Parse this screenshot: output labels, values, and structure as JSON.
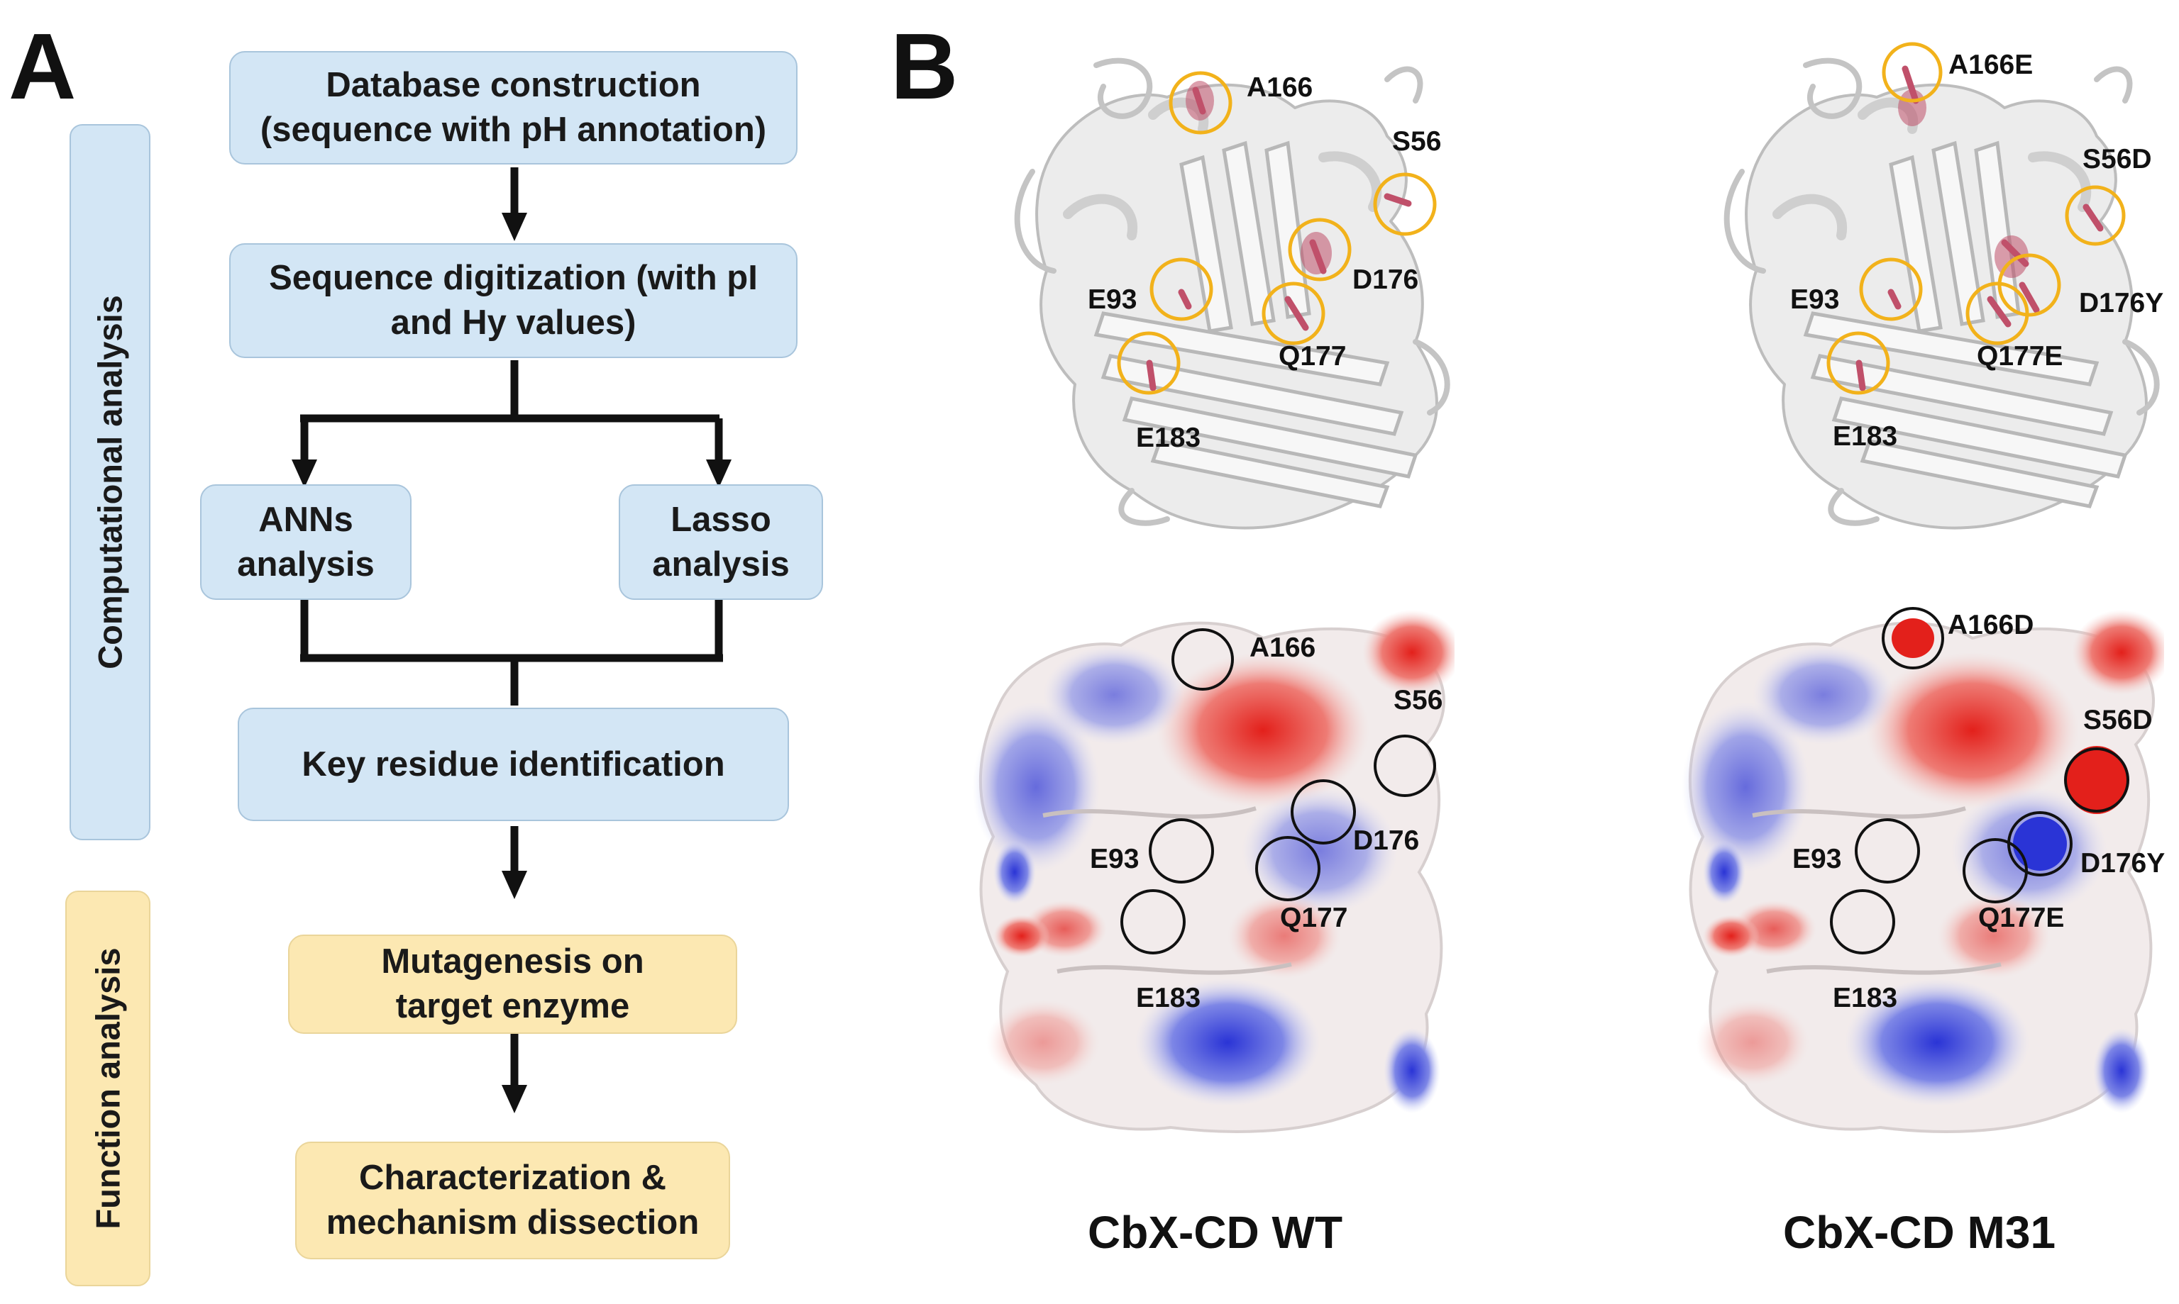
{
  "panel_a": {
    "letter": "A",
    "side_labels": {
      "computational": "Computational analysis",
      "function": "Function analysis"
    },
    "steps": {
      "database": "Database construction (sequence with pH annotation)",
      "digitization": "Sequence digitization (with pI and Hy values)",
      "anns": "ANNs analysis",
      "lasso": "Lasso analysis",
      "key_residue": "Key residue identification",
      "mutagenesis": "Mutagenesis on target enzyme",
      "characterization": "Characterization & mechanism dissection"
    }
  },
  "panel_b": {
    "letter": "B",
    "wt": {
      "caption": "CbX-CD WT",
      "cartoon_labels": {
        "a166": "A166",
        "s56": "S56",
        "e93": "E93",
        "d176": "D176",
        "q177": "Q177",
        "e183": "E183"
      },
      "surface_labels": {
        "a166": "A166",
        "s56": "S56",
        "e93": "E93",
        "d176": "D176",
        "q177": "Q177",
        "e183": "E183"
      }
    },
    "m31": {
      "caption": "CbX-CD M31",
      "cartoon_labels": {
        "a166": "A166E",
        "s56": "S56D",
        "e93": "E93",
        "d176": "D176Y",
        "q177": "Q177E",
        "e183": "E183"
      },
      "surface_labels": {
        "a166": "A166D",
        "s56": "S56D",
        "e93": "E93",
        "d176": "D176Y",
        "q177": "Q177E",
        "e183": "E183"
      }
    },
    "colors": {
      "highlight_ring": "#f2b21b",
      "surface_ring": "#111111",
      "residue": "#c0506a",
      "negative": "#e3201b",
      "positive": "#2a34d6"
    }
  }
}
